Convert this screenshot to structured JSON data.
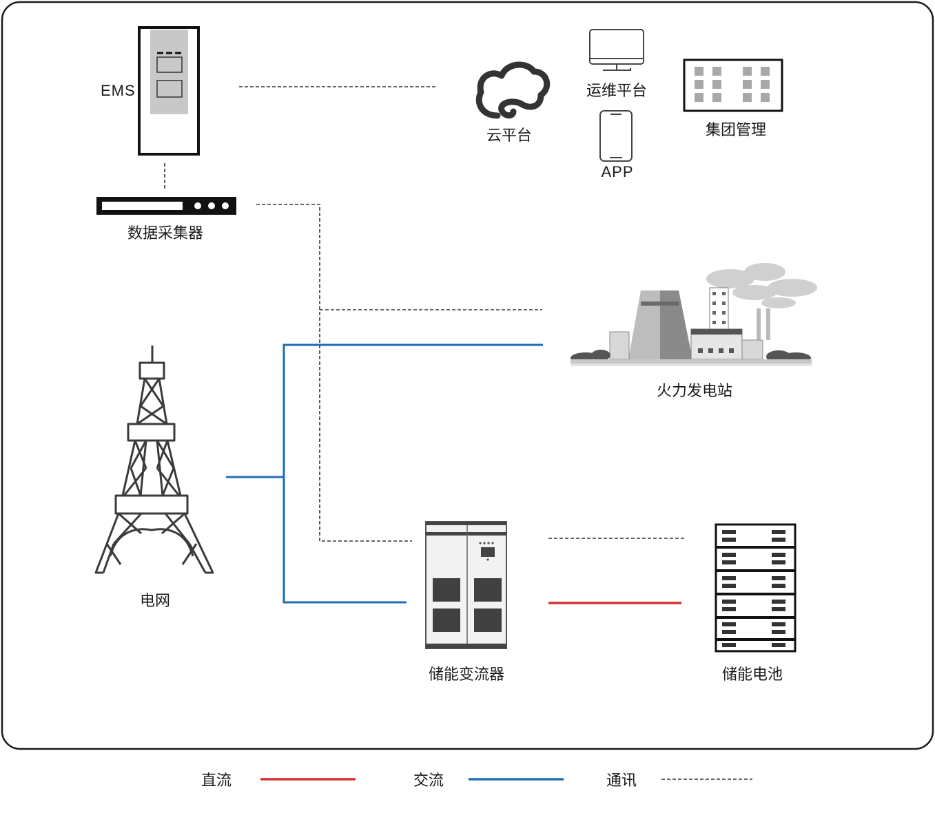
{
  "nodes": {
    "ems": "EMS",
    "cloud": "云平台",
    "ops": "运维平台",
    "app": "APP",
    "group": "集团管理",
    "collector": "数据采集器",
    "thermal": "火力发电站",
    "grid": "电网",
    "pcs": "储能变流器",
    "battery": "储能电池"
  },
  "legend": {
    "dc": "直流",
    "ac": "交流",
    "comm": "通讯"
  },
  "colors": {
    "dc": "#d32f2f",
    "ac": "#1f6db3",
    "comm": "#333333",
    "frame": "#1a1a1a",
    "device_gray": "#c8c8c8",
    "dark_block": "#404040"
  },
  "icons": {
    "ems": "ems-cabinet-icon",
    "cloud": "cloud-icon",
    "ops": "monitor-icon",
    "app": "smartphone-icon",
    "group": "building-window-icon",
    "collector": "data-collector-icon",
    "thermal": "thermal-power-plant-icon",
    "grid": "transmission-tower-icon",
    "pcs": "converter-cabinet-icon",
    "battery": "battery-rack-icon"
  }
}
